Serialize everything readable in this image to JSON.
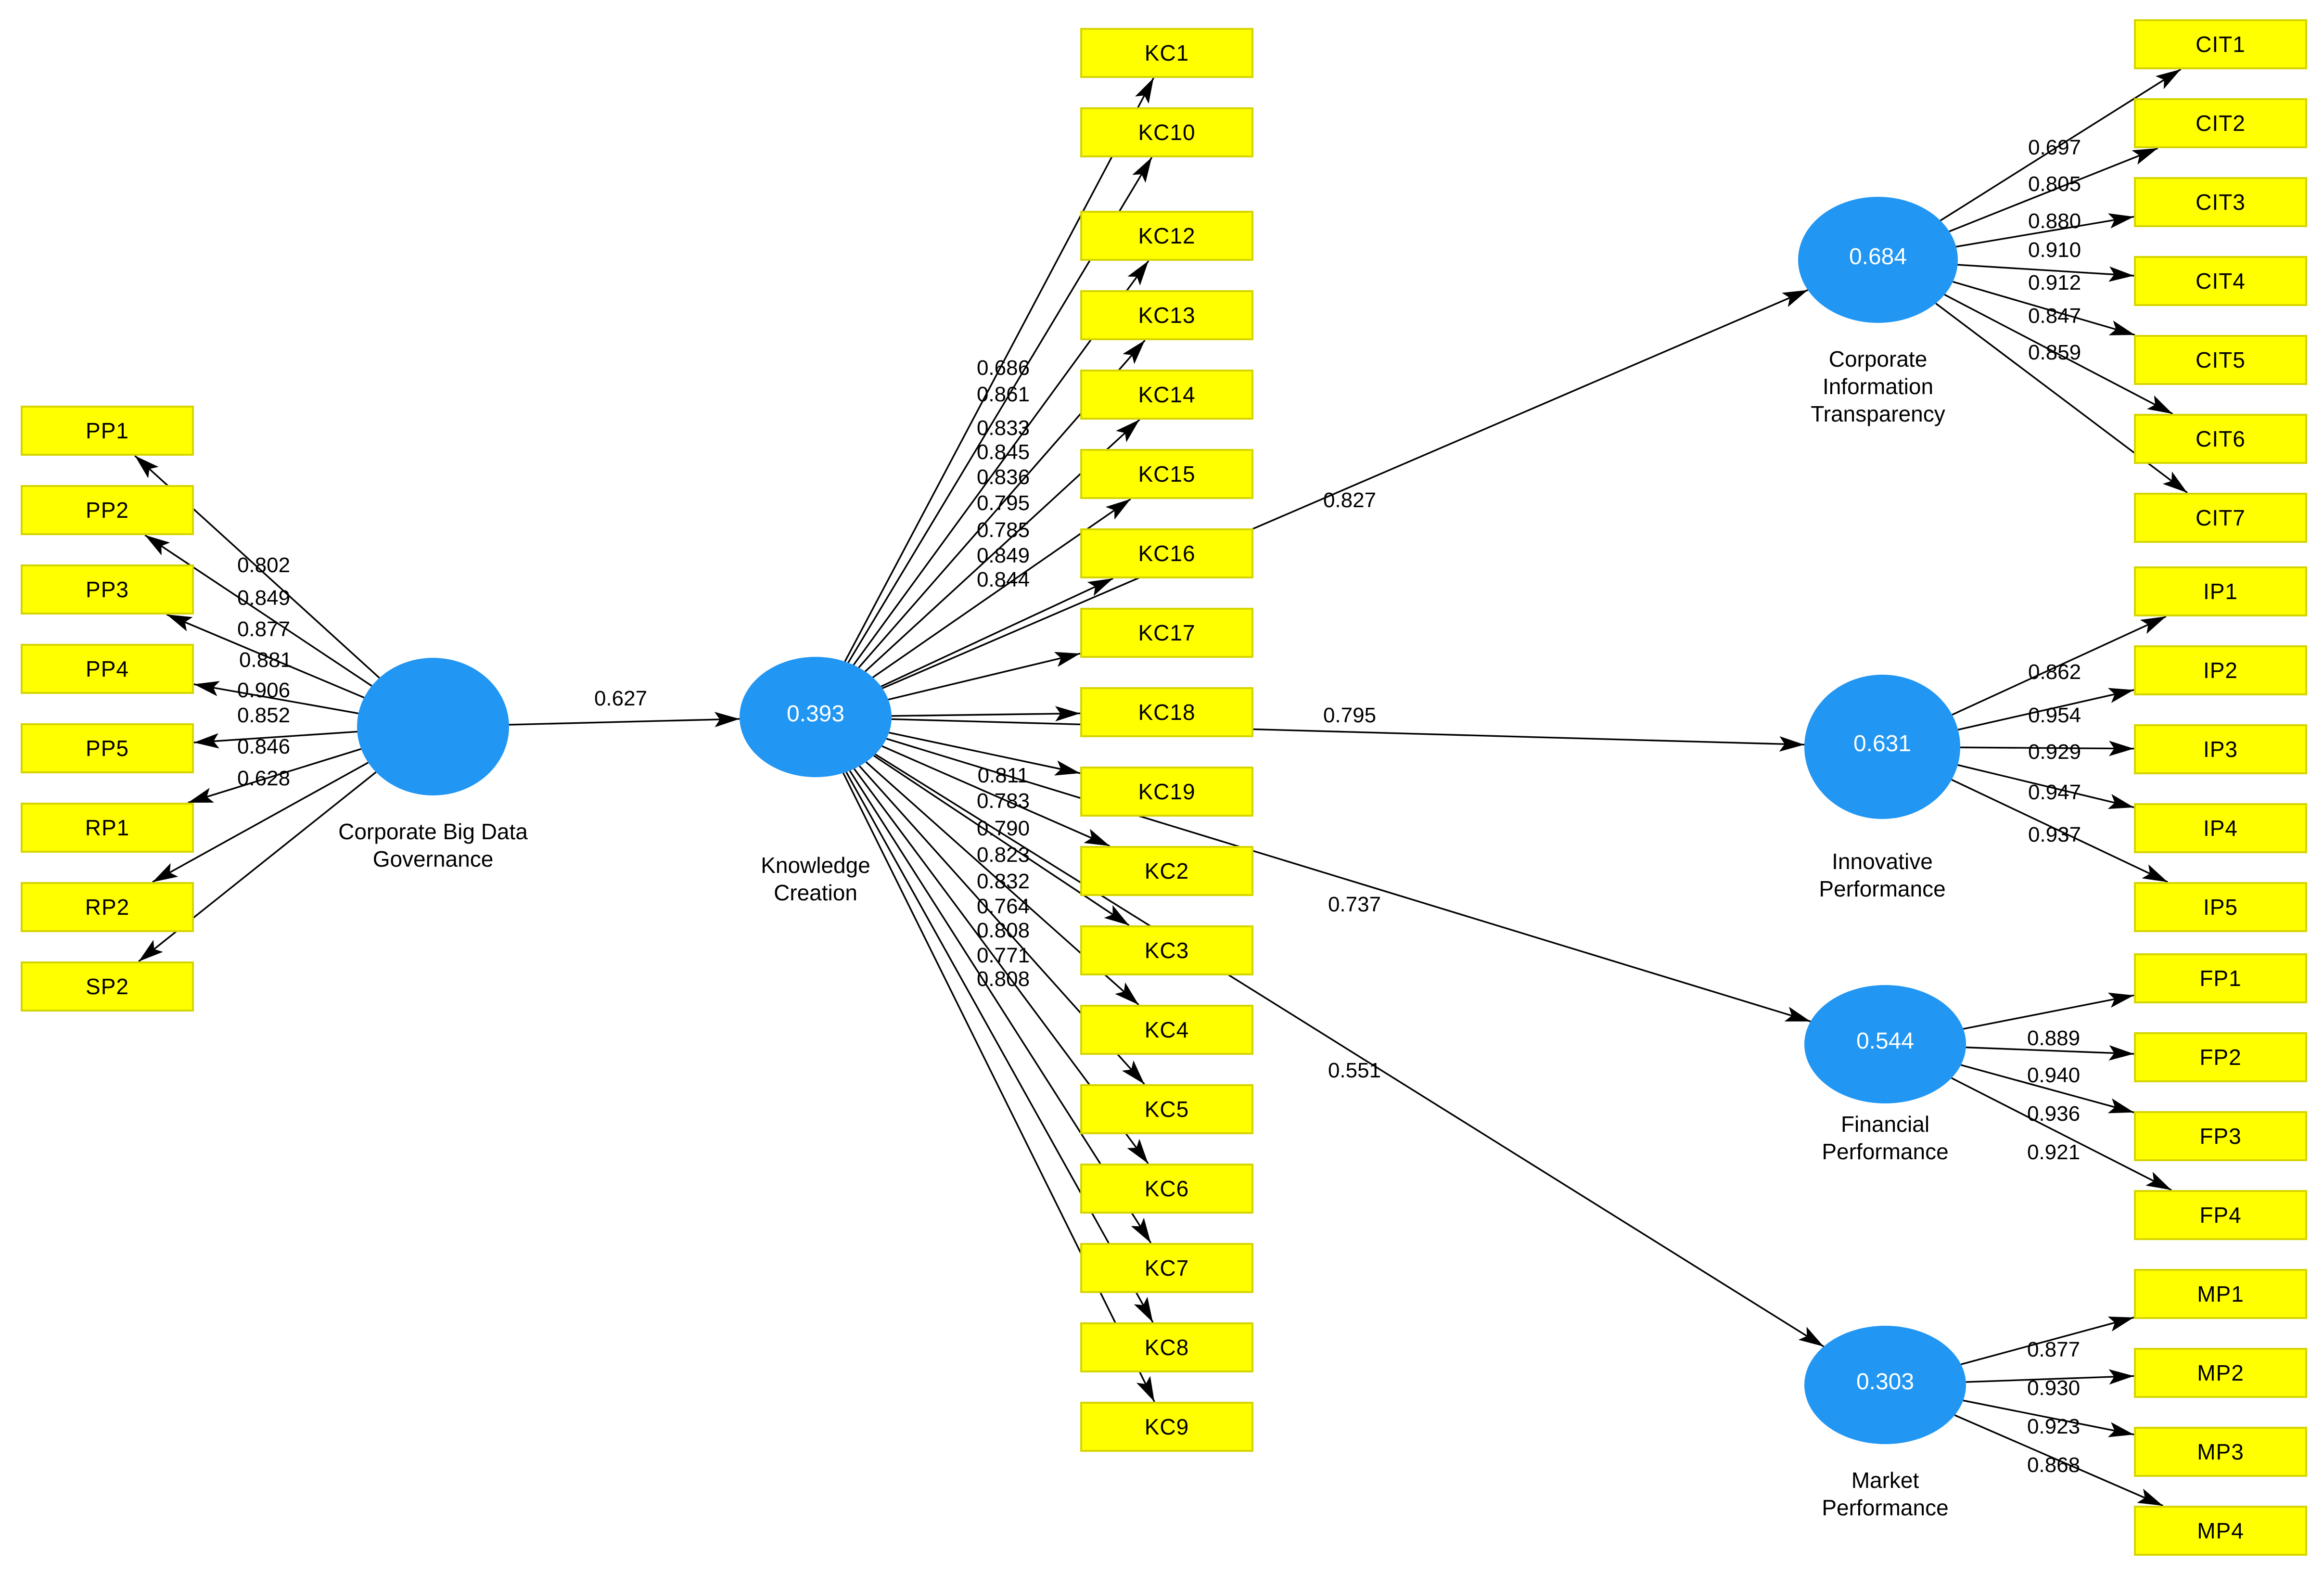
{
  "diagram": {
    "title": "PLS-SEM path model",
    "colors": {
      "latent_fill": "#2196f3",
      "latent_value_text": "#ffffff",
      "indicator_fill": "#ffff00",
      "indicator_border": "#d4d400",
      "edge": "#000000",
      "label_text": "#000000",
      "background": "#ffffff"
    },
    "constructs": [
      {
        "id": "CBDG",
        "label": "Corporate Big Data Governance",
        "value": ""
      },
      {
        "id": "KC",
        "label": "Knowledge Creation",
        "value": "0.393"
      },
      {
        "id": "CIT",
        "label": "Corporate Information Transparency",
        "value": "0.684"
      },
      {
        "id": "IP",
        "label": "Innovative Performance",
        "value": "0.631"
      },
      {
        "id": "FP",
        "label": "Financial Performance",
        "value": "0.544"
      },
      {
        "id": "MP",
        "label": "Market Performance",
        "value": "0.303"
      }
    ],
    "indicators": [
      {
        "id": "PP1",
        "label": "PP1"
      },
      {
        "id": "PP2",
        "label": "PP2"
      },
      {
        "id": "PP3",
        "label": "PP3"
      },
      {
        "id": "PP4",
        "label": "PP4"
      },
      {
        "id": "PP5",
        "label": "PP5"
      },
      {
        "id": "RP1",
        "label": "RP1"
      },
      {
        "id": "RP2",
        "label": "RP2"
      },
      {
        "id": "SP2",
        "label": "SP2"
      },
      {
        "id": "KC1",
        "label": "KC1"
      },
      {
        "id": "KC10",
        "label": "KC10"
      },
      {
        "id": "KC12",
        "label": "KC12"
      },
      {
        "id": "KC13",
        "label": "KC13"
      },
      {
        "id": "KC14",
        "label": "KC14"
      },
      {
        "id": "KC15",
        "label": "KC15"
      },
      {
        "id": "KC16",
        "label": "KC16"
      },
      {
        "id": "KC17",
        "label": "KC17"
      },
      {
        "id": "KC18",
        "label": "KC18"
      },
      {
        "id": "KC19",
        "label": "KC19"
      },
      {
        "id": "KC2",
        "label": "KC2"
      },
      {
        "id": "KC3",
        "label": "KC3"
      },
      {
        "id": "KC4",
        "label": "KC4"
      },
      {
        "id": "KC5",
        "label": "KC5"
      },
      {
        "id": "KC6",
        "label": "KC6"
      },
      {
        "id": "KC7",
        "label": "KC7"
      },
      {
        "id": "KC8",
        "label": "KC8"
      },
      {
        "id": "KC9",
        "label": "KC9"
      },
      {
        "id": "CIT1",
        "label": "CIT1"
      },
      {
        "id": "CIT2",
        "label": "CIT2"
      },
      {
        "id": "CIT3",
        "label": "CIT3"
      },
      {
        "id": "CIT4",
        "label": "CIT4"
      },
      {
        "id": "CIT5",
        "label": "CIT5"
      },
      {
        "id": "CIT6",
        "label": "CIT6"
      },
      {
        "id": "CIT7",
        "label": "CIT7"
      },
      {
        "id": "IP1",
        "label": "IP1"
      },
      {
        "id": "IP2",
        "label": "IP2"
      },
      {
        "id": "IP3",
        "label": "IP3"
      },
      {
        "id": "IP4",
        "label": "IP4"
      },
      {
        "id": "IP5",
        "label": "IP5"
      },
      {
        "id": "FP1",
        "label": "FP1"
      },
      {
        "id": "FP2",
        "label": "FP2"
      },
      {
        "id": "FP3",
        "label": "FP3"
      },
      {
        "id": "FP4",
        "label": "FP4"
      },
      {
        "id": "MP1",
        "label": "MP1"
      },
      {
        "id": "MP2",
        "label": "MP2"
      },
      {
        "id": "MP3",
        "label": "MP3"
      },
      {
        "id": "MP4",
        "label": "MP4"
      }
    ],
    "measurement_edges": [
      {
        "construct": "CBDG",
        "indicator": "PP1",
        "loading": "0.802"
      },
      {
        "construct": "CBDG",
        "indicator": "PP2",
        "loading": "0.849"
      },
      {
        "construct": "CBDG",
        "indicator": "PP3",
        "loading": "0.877"
      },
      {
        "construct": "CBDG",
        "indicator": "PP4",
        "loading": "0.881"
      },
      {
        "construct": "CBDG",
        "indicator": "PP5",
        "loading": "0.906"
      },
      {
        "construct": "CBDG",
        "indicator": "RP1",
        "loading": "0.852"
      },
      {
        "construct": "CBDG",
        "indicator": "RP2",
        "loading": "0.846"
      },
      {
        "construct": "CBDG",
        "indicator": "SP2",
        "loading": "0.628"
      },
      {
        "construct": "KC",
        "indicator": "KC1",
        "loading": "0.686"
      },
      {
        "construct": "KC",
        "indicator": "KC10",
        "loading": "0.861"
      },
      {
        "construct": "KC",
        "indicator": "KC12",
        "loading": "0.833"
      },
      {
        "construct": "KC",
        "indicator": "KC13",
        "loading": "0.845"
      },
      {
        "construct": "KC",
        "indicator": "KC14",
        "loading": "0.836"
      },
      {
        "construct": "KC",
        "indicator": "KC15",
        "loading": "0.795"
      },
      {
        "construct": "KC",
        "indicator": "KC16",
        "loading": "0.785"
      },
      {
        "construct": "KC",
        "indicator": "KC17",
        "loading": "0.849"
      },
      {
        "construct": "KC",
        "indicator": "KC18",
        "loading": "0.844"
      },
      {
        "construct": "KC",
        "indicator": "KC19",
        "loading": "0.811"
      },
      {
        "construct": "KC",
        "indicator": "KC2",
        "loading": "0.783"
      },
      {
        "construct": "KC",
        "indicator": "KC3",
        "loading": "0.790"
      },
      {
        "construct": "KC",
        "indicator": "KC4",
        "loading": "0.823"
      },
      {
        "construct": "KC",
        "indicator": "KC5",
        "loading": "0.832"
      },
      {
        "construct": "KC",
        "indicator": "KC6",
        "loading": "0.764"
      },
      {
        "construct": "KC",
        "indicator": "KC7",
        "loading": "0.808"
      },
      {
        "construct": "KC",
        "indicator": "KC8",
        "loading": "0.771"
      },
      {
        "construct": "KC",
        "indicator": "KC9",
        "loading": "0.808"
      },
      {
        "construct": "CIT",
        "indicator": "CIT1",
        "loading": "0.697"
      },
      {
        "construct": "CIT",
        "indicator": "CIT2",
        "loading": "0.805"
      },
      {
        "construct": "CIT",
        "indicator": "CIT3",
        "loading": "0.880"
      },
      {
        "construct": "CIT",
        "indicator": "CIT4",
        "loading": "0.910"
      },
      {
        "construct": "CIT",
        "indicator": "CIT5",
        "loading": "0.912"
      },
      {
        "construct": "CIT",
        "indicator": "CIT6",
        "loading": "0.847"
      },
      {
        "construct": "CIT",
        "indicator": "CIT7",
        "loading": "0.859"
      },
      {
        "construct": "IP",
        "indicator": "IP1",
        "loading": "0.862"
      },
      {
        "construct": "IP",
        "indicator": "IP2",
        "loading": "0.954"
      },
      {
        "construct": "IP",
        "indicator": "IP3",
        "loading": "0.929"
      },
      {
        "construct": "IP",
        "indicator": "IP4",
        "loading": "0.947"
      },
      {
        "construct": "IP",
        "indicator": "IP5",
        "loading": "0.937"
      },
      {
        "construct": "FP",
        "indicator": "FP1",
        "loading": "0.889"
      },
      {
        "construct": "FP",
        "indicator": "FP2",
        "loading": "0.940"
      },
      {
        "construct": "FP",
        "indicator": "FP3",
        "loading": "0.936"
      },
      {
        "construct": "FP",
        "indicator": "FP4",
        "loading": "0.921"
      },
      {
        "construct": "MP",
        "indicator": "MP1",
        "loading": "0.877"
      },
      {
        "construct": "MP",
        "indicator": "MP2",
        "loading": "0.930"
      },
      {
        "construct": "MP",
        "indicator": "MP3",
        "loading": "0.923"
      },
      {
        "construct": "MP",
        "indicator": "MP4",
        "loading": "0.868"
      }
    ],
    "structural_edges": [
      {
        "from": "CBDG",
        "to": "KC",
        "weight": "0.627"
      },
      {
        "from": "KC",
        "to": "CIT",
        "weight": "0.827"
      },
      {
        "from": "KC",
        "to": "IP",
        "weight": "0.795"
      },
      {
        "from": "KC",
        "to": "FP",
        "weight": "0.737"
      },
      {
        "from": "KC",
        "to": "MP",
        "weight": "0.551"
      }
    ]
  }
}
